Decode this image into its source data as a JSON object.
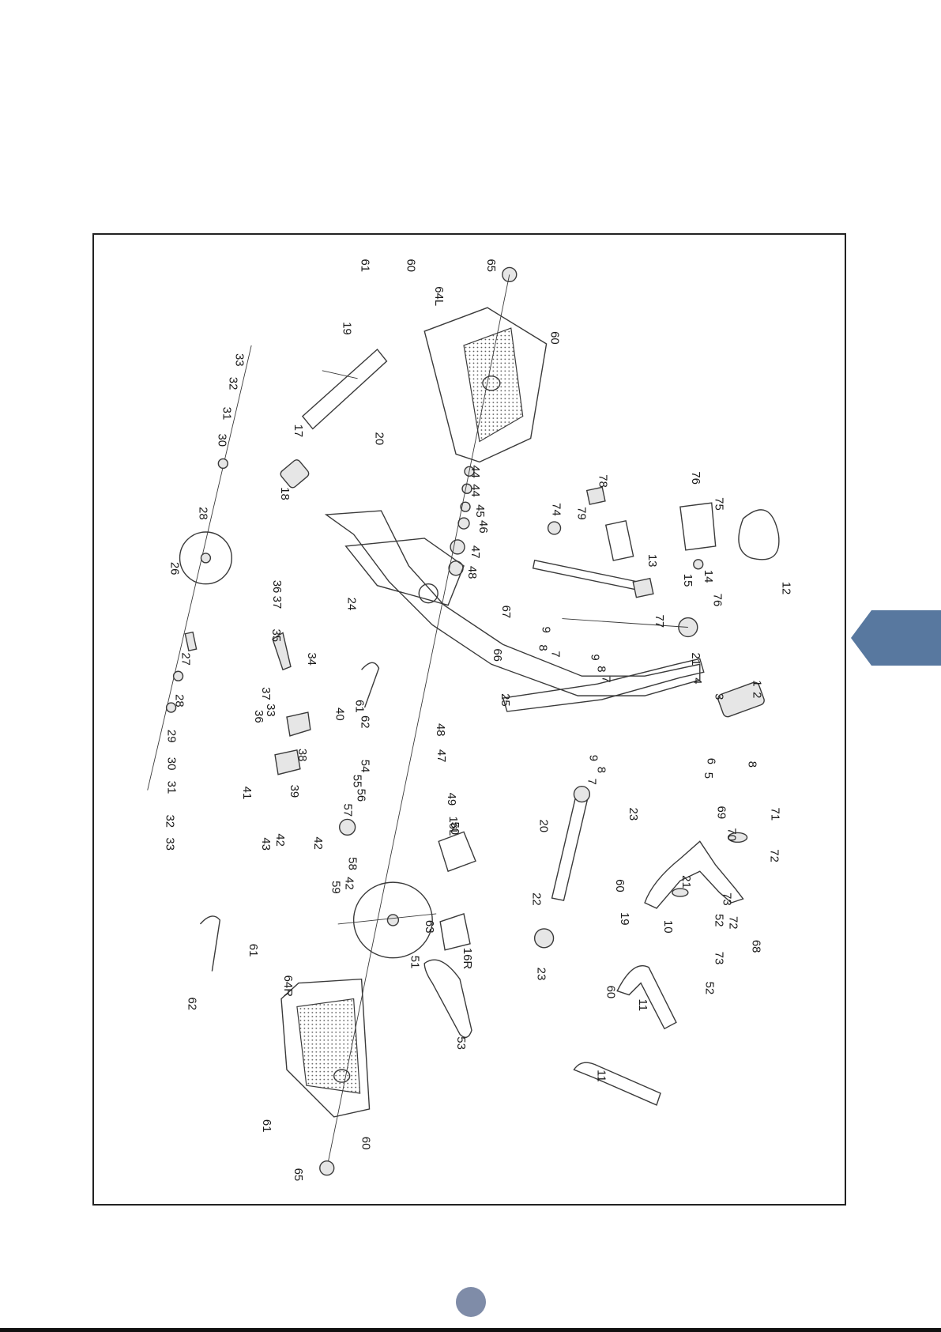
{
  "colors": {
    "tab": "#58789f",
    "page_dot": "#7f8ca8",
    "frame": "#222222"
  },
  "diagram": {
    "labels": [
      "1",
      "2",
      "3",
      "4",
      "5",
      "6",
      "7",
      "8",
      "9",
      "10",
      "11",
      "12",
      "13",
      "14",
      "15",
      "16L",
      "16R",
      "17",
      "18",
      "19",
      "20",
      "21",
      "22",
      "23",
      "24",
      "25",
      "26",
      "27",
      "28",
      "29",
      "30",
      "31",
      "32",
      "33",
      "34",
      "35",
      "36",
      "37",
      "38",
      "39",
      "40",
      "41",
      "42",
      "43",
      "44",
      "45",
      "46",
      "47",
      "48",
      "49",
      "50",
      "51",
      "52",
      "53",
      "54",
      "55",
      "56",
      "57",
      "58",
      "59",
      "60",
      "61",
      "62",
      "63",
      "64L",
      "64R",
      "65",
      "66",
      "67",
      "68",
      "69",
      "70",
      "71",
      "72",
      "73",
      "74",
      "75",
      "76",
      "77",
      "78",
      "79"
    ]
  }
}
